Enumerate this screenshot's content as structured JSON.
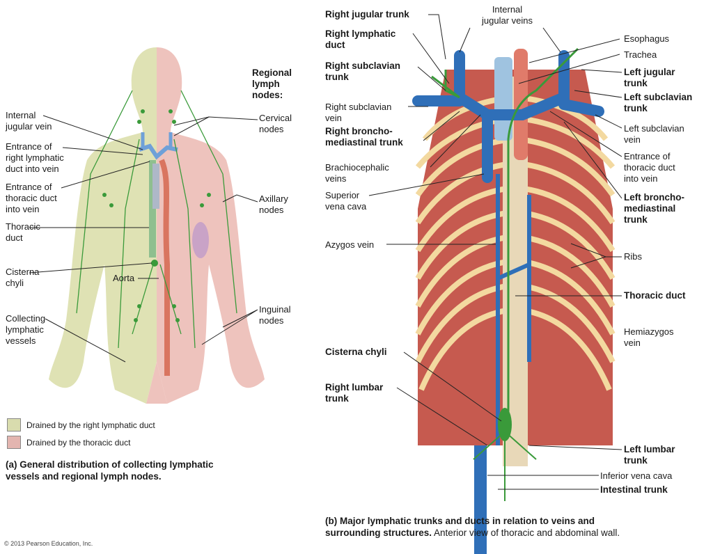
{
  "panel_a": {
    "regional_header": "Regional\nlymph\nnodes:",
    "labels": {
      "internal_jugular_vein": "Internal\njugular vein",
      "entrance_right_duct": "Entrance of\nright lymphatic\nduct into vein",
      "entrance_thoracic_duct": "Entrance of\nthoracic duct\ninto vein",
      "thoracic_duct": "Thoracic\nduct",
      "cisterna_chyli": "Cisterna\nchyli",
      "aorta": "Aorta",
      "collecting_vessels": "Collecting\nlymphatic\nvessels",
      "cervical_nodes": "Cervical\nnodes",
      "axillary_nodes": "Axillary\nnodes",
      "inguinal_nodes": "Inguinal\nnodes"
    },
    "legend": [
      {
        "label": "Drained by the right lymphatic duct",
        "color": "#d9dcae"
      },
      {
        "label": "Drained by the thoracic duct",
        "color": "#e3b5b0"
      }
    ],
    "caption": "(a) General distribution of collecting lymphatic\n      vessels and regional lymph nodes."
  },
  "panel_b": {
    "labels": {
      "right_jugular_trunk": "Right jugular trunk",
      "internal_jugular_veins": "Internal\njugular veins",
      "right_lymphatic_duct": "Right lymphatic\nduct",
      "esophagus": "Esophagus",
      "trachea": "Trachea",
      "right_subclavian_trunk": "Right subclavian\ntrunk",
      "left_jugular_trunk": "Left jugular\ntrunk",
      "left_subclavian_trunk": "Left subclavian\ntrunk",
      "right_subclavian_vein": "Right subclavian\nvein",
      "left_subclavian_vein": "Left subclavian\nvein",
      "right_bronchomediastinal_trunk": "Right broncho-\nmediastinal trunk",
      "entrance_thoracic_duct": "Entrance of\nthoracic duct\ninto vein",
      "brachiocephalic_veins": "Brachiocephalic\nveins",
      "superior_vena_cava": "Superior\nvena cava",
      "left_bronchomediastinal_trunk": "Left broncho-\nmediastinal\ntrunk",
      "azygos_vein": "Azygos vein",
      "ribs": "Ribs",
      "thoracic_duct": "Thoracic duct",
      "hemiazygos_vein": "Hemiazygos\nvein",
      "cisterna_chyli": "Cisterna chyli",
      "right_lumbar_trunk": "Right lumbar\ntrunk",
      "left_lumbar_trunk": "Left lumbar\ntrunk",
      "inferior_vena_cava": "Inferior vena cava",
      "intestinal_trunk": "Intestinal trunk"
    },
    "caption_bold": "(b) Major lymphatic trunks and ducts in relation to veins and\n      surrounding structures.",
    "caption_normal": " Anterior view of thoracic and abdominal wall."
  },
  "copyright": "© 2013 Pearson Education, Inc.",
  "colors": {
    "vein": "#2f6fb8",
    "lymph": "#3a9a3a",
    "bone": "#f3d9a0",
    "muscle": "#c65a4f"
  }
}
